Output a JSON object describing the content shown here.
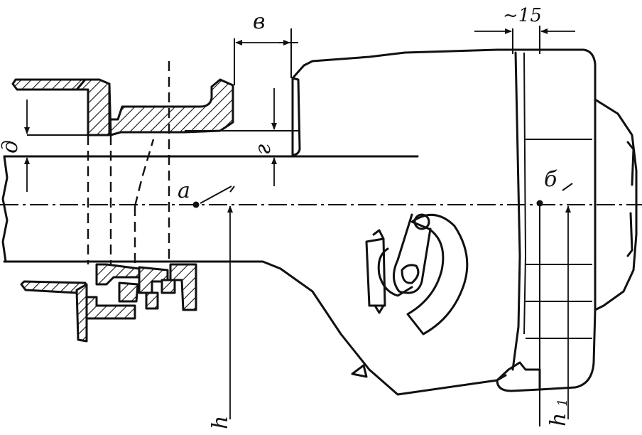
{
  "labels": {
    "a": "a",
    "b": "б",
    "v": "в",
    "g": "г",
    "d": "д",
    "h": "h",
    "h1": "h",
    "h1_sub": "1",
    "dim15": "~15"
  }
}
